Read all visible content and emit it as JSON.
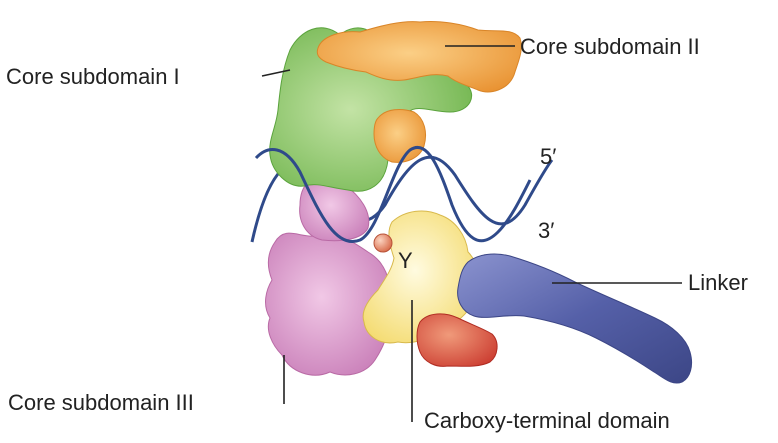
{
  "labels": {
    "core_subdomain_1": "Core subdomain I",
    "core_subdomain_2": "Core subdomain II",
    "core_subdomain_3": "Core subdomain III",
    "carboxy_terminal": "Carboxy-terminal domain",
    "linker": "Linker",
    "five_prime": "5′",
    "three_prime": "3′",
    "tyrosine": "Y"
  },
  "colors": {
    "core_subdomain_1": "#7fc25c",
    "core_subdomain_2": "#f0a24e",
    "core_subdomain_3": "#d996c8",
    "carboxy_terminal": "#f7e27a",
    "carboxy_terminal_red": "#d9483a",
    "linker": "#5560a8",
    "dna": "#2f4a8a",
    "tyrosine": "#e98a6a",
    "text": "#222222"
  }
}
